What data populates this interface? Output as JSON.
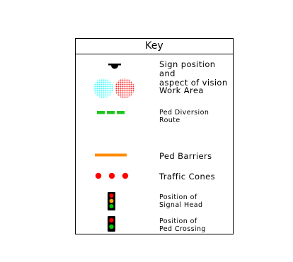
{
  "key": {
    "title": "Key",
    "items": [
      {
        "id": "sign",
        "label": "Sign position and\naspect of vision",
        "icon": "sign-position-icon"
      },
      {
        "id": "work-area",
        "label": "Work Area",
        "icon": "work-area-icon",
        "colors": [
          "#33ffff",
          "#ff2a2a"
        ]
      },
      {
        "id": "ped-diversion",
        "label": "Ped Diversion\nRoute",
        "icon": "dashed-green-line-icon",
        "color": "#1ec51e"
      },
      {
        "id": "ped-barriers",
        "label": "Ped Barriers",
        "icon": "orange-barrier-icon",
        "color": "#ff8c00"
      },
      {
        "id": "traffic-cones",
        "label": "Traffic Cones",
        "icon": "traffic-cone-dots-icon",
        "color": "#ff0000"
      },
      {
        "id": "signal-head",
        "label": "Position of\nSignal Head",
        "icon": "signal-head-icon",
        "colors": [
          "#ff0000",
          "#ffa500",
          "#00cc00"
        ]
      },
      {
        "id": "ped-crossing",
        "label": "Position of\nPed Crossing",
        "icon": "ped-crossing-signal-icon",
        "colors": [
          "#ff0000",
          "#00cc00"
        ]
      }
    ]
  }
}
